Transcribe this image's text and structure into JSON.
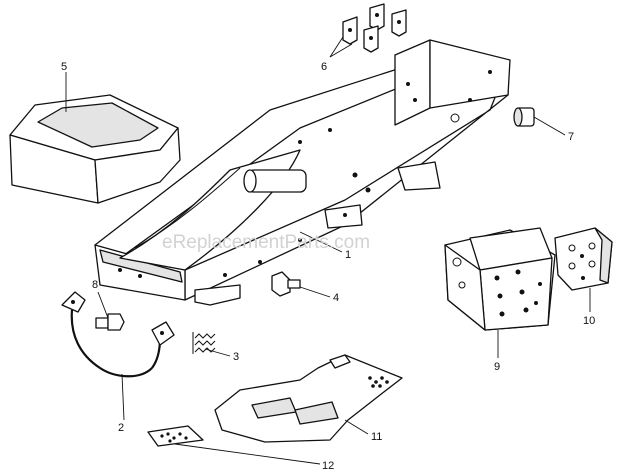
{
  "watermark": "eReplacementParts.com",
  "callouts": {
    "c1": "1",
    "c2": "2",
    "c3": "3",
    "c4": "4",
    "c5": "5",
    "c6": "6",
    "c7": "7",
    "c8": "8",
    "c9": "9",
    "c10": "10",
    "c11": "11",
    "c12": "12"
  },
  "colors": {
    "line": "#111111",
    "paper": "#ffffff",
    "watermark": "#d2d2d2"
  }
}
